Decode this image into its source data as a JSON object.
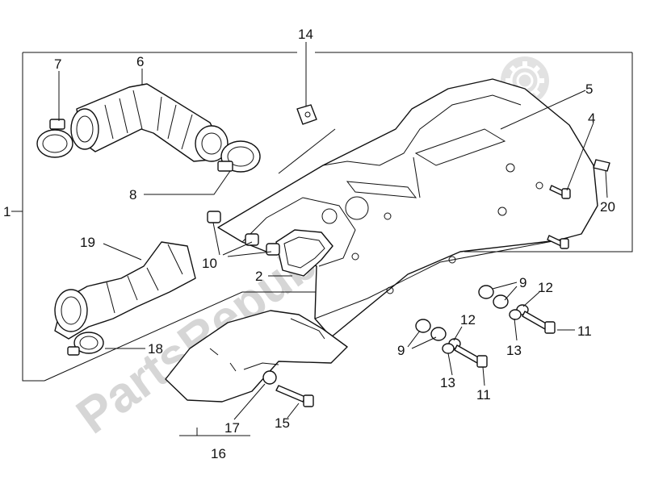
{
  "watermark": {
    "text": "PartsRepublik",
    "icon": "gear-icon",
    "color": "#d6d6d6"
  },
  "labels": {
    "l1": "1",
    "l2": "2",
    "l4": "4",
    "l5": "5",
    "l6": "6",
    "l7": "7",
    "l8": "8",
    "l9a": "9",
    "l9b": "9",
    "l10": "10",
    "l11a": "11",
    "l11b": "11",
    "l12a": "12",
    "l12b": "12",
    "l13a": "13",
    "l13b": "13",
    "l14": "14",
    "l15": "15",
    "l16": "16",
    "l17": "17",
    "l18": "18",
    "l19": "19",
    "l20": "20"
  }
}
